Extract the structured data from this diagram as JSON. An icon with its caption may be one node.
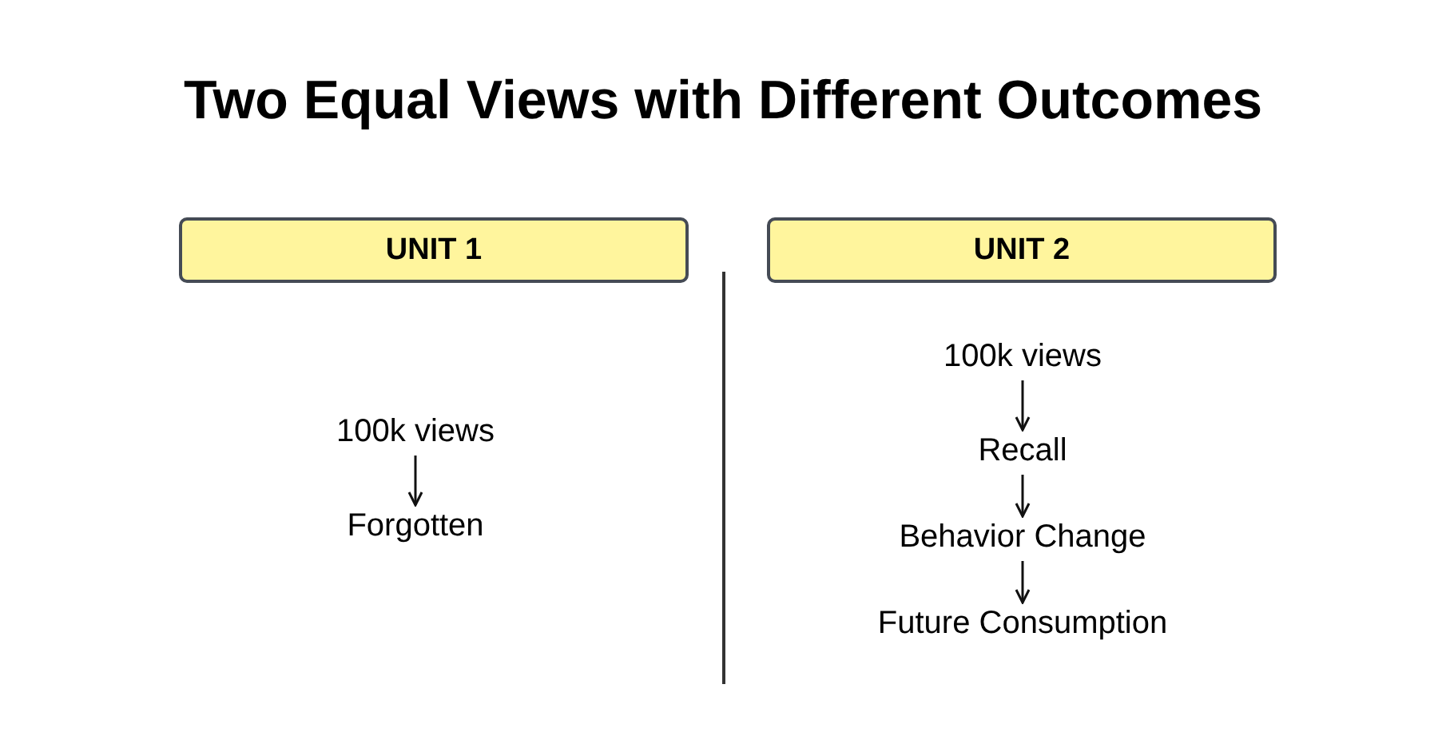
{
  "diagram": {
    "title": "Two Equal Views with Different Outcomes",
    "nodes": [
      {
        "text": [
          "UNIT 1"
        ]
      },
      {
        "text": [
          "UNIT 2"
        ]
      },
      {
        "text": [
          "100k views"
        ]
      },
      {
        "text": [
          "Forgotten"
        ]
      },
      {
        "text": [
          "100k views"
        ]
      },
      {
        "text": [
          "Recall"
        ]
      },
      {
        "text": [
          "Behavior Change"
        ]
      },
      {
        "text": [
          "Future Consumption"
        ]
      }
    ],
    "edges": [
      {
        "from": 2,
        "to": 3,
        "arrow": "to"
      },
      {
        "from": 4,
        "to": 5,
        "arrow": "to"
      },
      {
        "from": 5,
        "to": 6,
        "arrow": "to"
      },
      {
        "from": 6,
        "to": 7,
        "arrow": "to"
      }
    ]
  }
}
